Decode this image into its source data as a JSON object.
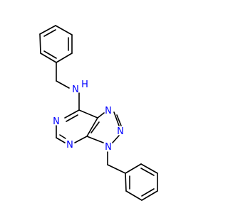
{
  "molecule": {
    "atoms": [
      {
        "id": "nh_n",
        "symbol": "N",
        "color": "#0000ff"
      },
      {
        "id": "nh_h",
        "symbol": "H",
        "color": "#0000ff"
      },
      {
        "id": "n_pyr1",
        "symbol": "N",
        "color": "#0000ff"
      },
      {
        "id": "n_pyr2",
        "symbol": "N",
        "color": "#0000ff"
      },
      {
        "id": "n_tri1",
        "symbol": "N",
        "color": "#0000ff"
      },
      {
        "id": "n_tri2",
        "symbol": "N",
        "color": "#0000ff"
      },
      {
        "id": "n_tri3",
        "symbol": "N",
        "color": "#0000ff"
      }
    ]
  }
}
